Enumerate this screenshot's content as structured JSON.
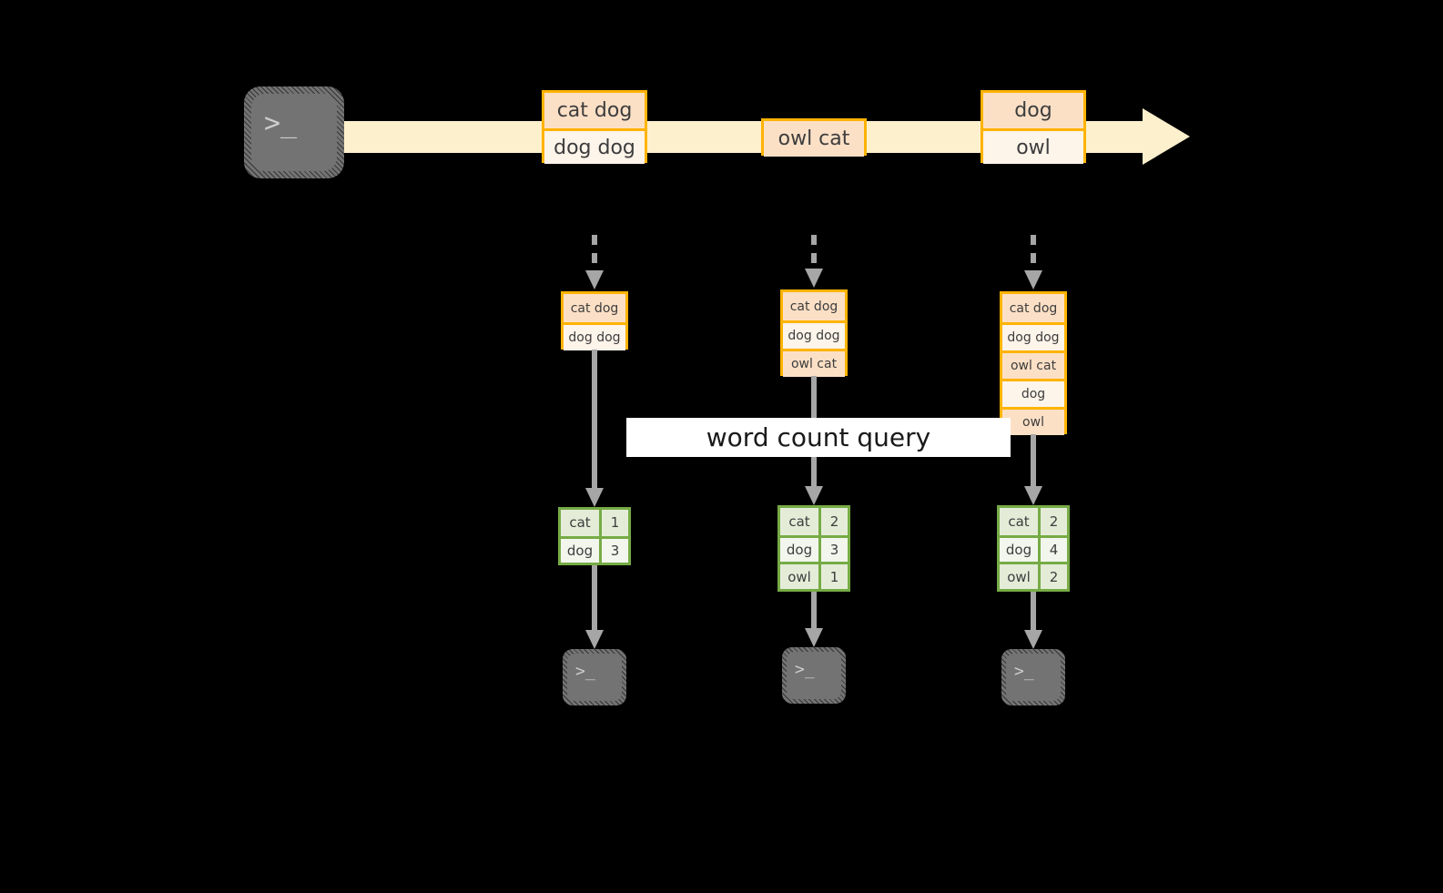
{
  "diagram": {
    "title_label": "word count query",
    "colors": {
      "background": "#000000",
      "stream_fill": "#fdf0cd",
      "record_border": "#ffb302",
      "record_fill_dark": "#fce0c6",
      "record_fill_light": "#fdf4ea",
      "table_border": "#76ab45",
      "table_fill_dark": "#e4ecd8",
      "table_fill_light": "#f2f6ed",
      "connector": "#a6a6a6",
      "terminal_fill": "#737373",
      "label_band": "#ffffff"
    }
  },
  "source": {
    "icon": "terminal-icon",
    "glyph": ">_"
  },
  "stream": {
    "icon": "right-arrow-icon",
    "records": [
      {
        "name": "stream-record-1",
        "rows": [
          {
            "text": "cat dog",
            "shade": "dark"
          },
          {
            "text": "dog dog",
            "shade": "light"
          }
        ]
      },
      {
        "name": "stream-record-2",
        "rows": [
          {
            "text": "owl cat",
            "shade": "dark"
          }
        ]
      },
      {
        "name": "stream-record-3",
        "rows": [
          {
            "text": "dog",
            "shade": "dark"
          },
          {
            "text": "owl",
            "shade": "light"
          }
        ]
      }
    ]
  },
  "snapshots": [
    {
      "name": "snapshot-1",
      "rows": [
        {
          "text": "cat dog",
          "shade": "dark"
        },
        {
          "text": "dog dog",
          "shade": "light"
        }
      ]
    },
    {
      "name": "snapshot-2",
      "rows": [
        {
          "text": "cat dog",
          "shade": "dark"
        },
        {
          "text": "dog dog",
          "shade": "light"
        },
        {
          "text": "owl cat",
          "shade": "dark"
        }
      ]
    },
    {
      "name": "snapshot-3",
      "rows": [
        {
          "text": "cat dog",
          "shade": "dark"
        },
        {
          "text": "dog dog",
          "shade": "light"
        },
        {
          "text": "owl cat",
          "shade": "dark"
        },
        {
          "text": "dog",
          "shade": "light"
        },
        {
          "text": "owl",
          "shade": "dark"
        }
      ]
    }
  ],
  "results": [
    {
      "name": "result-table-1",
      "rows": [
        {
          "word": "cat",
          "count": "1",
          "shade": "dark"
        },
        {
          "word": "dog",
          "count": "3",
          "shade": "light"
        }
      ]
    },
    {
      "name": "result-table-2",
      "rows": [
        {
          "word": "cat",
          "count": "2",
          "shade": "dark"
        },
        {
          "word": "dog",
          "count": "3",
          "shade": "light"
        },
        {
          "word": "owl",
          "count": "1",
          "shade": "dark"
        }
      ]
    },
    {
      "name": "result-table-3",
      "rows": [
        {
          "word": "cat",
          "count": "2",
          "shade": "dark"
        },
        {
          "word": "dog",
          "count": "4",
          "shade": "light"
        },
        {
          "word": "owl",
          "count": "2",
          "shade": "dark"
        }
      ]
    }
  ],
  "sinks": [
    {
      "name": "sink-terminal-1",
      "glyph": ">_"
    },
    {
      "name": "sink-terminal-2",
      "glyph": ">_"
    },
    {
      "name": "sink-terminal-3",
      "glyph": ">_"
    }
  ]
}
